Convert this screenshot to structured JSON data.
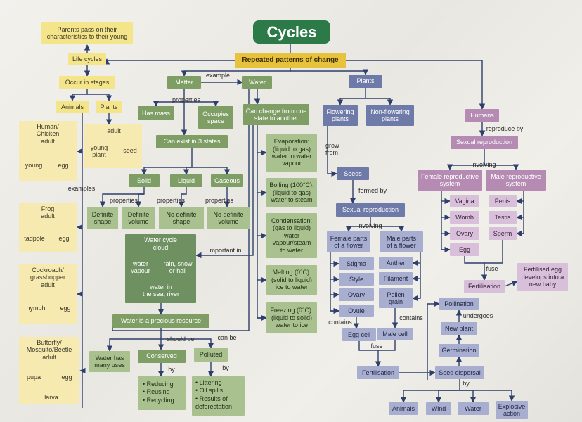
{
  "title": "Cycles",
  "root": "Repeated patterns of change",
  "life": {
    "parents": "Parents pass on their\ncharacteristics to their young",
    "life_cycles": "Life cycles",
    "occur": "Occur in stages",
    "animals": "Animals",
    "plants": "Plants",
    "examples": "examples",
    "human_chicken": {
      "title": "Human/\nChicken\nadult",
      "left": "young",
      "right": "egg"
    },
    "plant_cycle": {
      "title": "adult",
      "left": "young\nplant",
      "right": "seed"
    },
    "frog": {
      "title": "Frog\nadult",
      "left": "tadpole",
      "right": "egg"
    },
    "cockroach": {
      "title": "Cockroach/\ngrasshopper\nadult",
      "left": "nymph",
      "right": "egg"
    },
    "butterfly": {
      "title": "Butterfly/\nMosquito/Beetle\nadult",
      "left": "pupa",
      "right": "egg",
      "bottom": "larva"
    }
  },
  "matter": {
    "matter": "Matter",
    "example": "example",
    "water": "Water",
    "properties": "properties",
    "has_mass": "Has mass",
    "occupies_space": "Occupies\nspace",
    "can_exist": "Can exist in 3 states",
    "solid": "Solid",
    "liquid": "Liquid",
    "gaseous": "Gaseous",
    "prop_label": "properties",
    "definite_shape": "Definite\nshape",
    "definite_volume": "Definite\nvolume",
    "no_def_shape": "No definite\nshape",
    "no_def_volume": "No definite\nvolume",
    "water_cycle": {
      "title": "Water cycle",
      "cloud": "cloud",
      "water_vapour": "water\nvapour",
      "rain": "rain, snow\nor hail",
      "sea": "water in\nthe sea, river"
    },
    "important_in": "important in",
    "precious": "Water is a precious resource",
    "should_be": "should be",
    "can_be": "can be",
    "many_uses": "Water has\nmany uses",
    "conserved": "Conserved",
    "polluted": "Polluted",
    "by": "by",
    "conserve_list": "• Reducing\n• Reusing\n• Recycling",
    "pollute_list": "• Littering\n• Oil spills\n• Results of\n   deforestation",
    "change_states": "Can change from one\nstate to another",
    "evaporation": "Evaporation:\n(liquid to gas)\nwater to water\nvapour",
    "boiling": "Boiling (100°C):\n(liquid to gas)\nwater to steam",
    "condensation": "Condensation:\n(gas to liquid)\nwater\nvapour/steam\nto water",
    "melting": "Melting (0°C):\n(solid to liquid)\nice to water",
    "freezing": "Freezing (0°C):\n(liquid to solid)\nwater to ice"
  },
  "plants": {
    "plants": "Plants",
    "flowering": "Flowering\nplants",
    "nonflowering": "Non-flowering\nplants",
    "grow_from": "grow\nfrom",
    "seeds": "Seeds",
    "formed_by": "formed by",
    "sexual_reproduction": "Sexual reproduction",
    "involving": "involving",
    "female_parts": "Female parts\nof a flower",
    "male_parts": "Male parts\nof a flower",
    "stigma": "Stigma",
    "style": "Style",
    "ovary": "Ovary",
    "ovule": "Ovule",
    "anther": "Anther",
    "filament": "Filament",
    "pollen": "Pollen\ngrain",
    "contains_left": "contains",
    "contains_right": "contains",
    "egg_cell": "Egg cell",
    "male_cell": "Male cell",
    "fuse": "fuse",
    "fertilisation": "Fertilisation",
    "pollination": "Pollination",
    "undergoes": "undergoes",
    "new_plant": "New plant",
    "germination": "Germination",
    "seed_dispersal": "Seed dispersal",
    "by": "by",
    "animals": "Animals",
    "wind": "Wind",
    "water": "Water",
    "explosive": "Explosive\naction"
  },
  "humans": {
    "humans": "Humans",
    "reproduce_by": "reproduce by",
    "sexual_reproduction": "Sexual reproduction",
    "involving": "involving",
    "female_system": "Female reproductive\nsystem",
    "male_system": "Male reproductive\nsystem",
    "vagina": "Vagina",
    "womb": "Womb",
    "ovary": "Ovary",
    "egg": "Egg",
    "penis": "Penis",
    "testis": "Testis",
    "sperm": "Sperm",
    "fuse": "fuse",
    "fertilisation": "Fertilisation",
    "fertilised_egg": "Fertilised egg\ndevelops into a\nnew baby"
  },
  "colors": {
    "title_green": "#2c7a48",
    "root_gold": "#e7c23c",
    "life_yellow": "#f4e48a",
    "matter_green": "#7f9e66",
    "plants_blue": "#6e7aa8",
    "humans_purple": "#b58bb4",
    "arrow": "#2f3f6b",
    "cycle_arrow": "#c0392b"
  }
}
